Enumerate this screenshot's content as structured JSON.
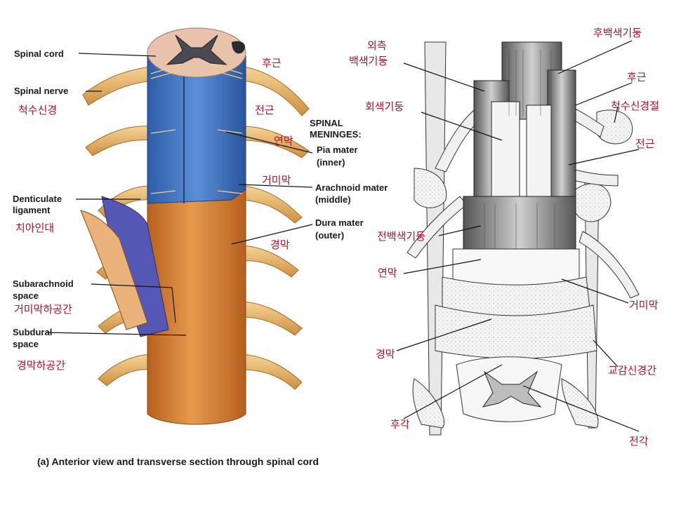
{
  "left_panel": {
    "labels_en": {
      "spinal_cord": "Spinal cord",
      "spinal_nerve": "Spinal nerve",
      "spinal_meninges_1": "SPINAL",
      "spinal_meninges_2": "MENINGES:",
      "pia_1": "Pia mater",
      "pia_2": "(inner)",
      "arachnoid_1": "Arachnoid mater",
      "arachnoid_2": "(middle)",
      "dura_1": "Dura mater",
      "dura_2": "(outer)",
      "denticulate_1": "Denticulate",
      "denticulate_2": "ligament",
      "subarachnoid_1": "Subarachnoid",
      "subarachnoid_2": "space",
      "subdural_1": "Subdural",
      "subdural_2": "space"
    },
    "labels_kr": {
      "posterior_root": "후근",
      "spinal_nerve": "척수신경",
      "anterior_root": "전근",
      "pia": "연막",
      "arachnoid": "거미막",
      "dura": "경막",
      "denticulate": "치아인대",
      "subarachnoid": "거미막하공간",
      "subdural": "경막하공간"
    },
    "caption": "(a) Anterior view and transverse section through spinal cord"
  },
  "right_panel": {
    "labels_kr": {
      "lateral_column_1": "외측",
      "lateral_column_2": "백색기둥",
      "posterior_column": "후백색기둥",
      "posterior_root": "후근",
      "spinal_ganglion": "척수신경절",
      "gray_column": "회색기둥",
      "anterior_root": "전근",
      "anterior_column": "전백색기둥",
      "pia": "연막",
      "arachnoid": "거미막",
      "dura": "경막",
      "sympathetic_trunk": "교감신경간",
      "posterior_horn": "후각",
      "anterior_horn": "전각"
    }
  },
  "colors": {
    "pia_blue": "#3f74c2",
    "arachnoid_violet": "#4a4fa6",
    "dura_orange": "#d98a3a",
    "nerve_tan": "#eab76a",
    "cord_pink": "#e9c2ab",
    "label_red": "#b0102a"
  }
}
